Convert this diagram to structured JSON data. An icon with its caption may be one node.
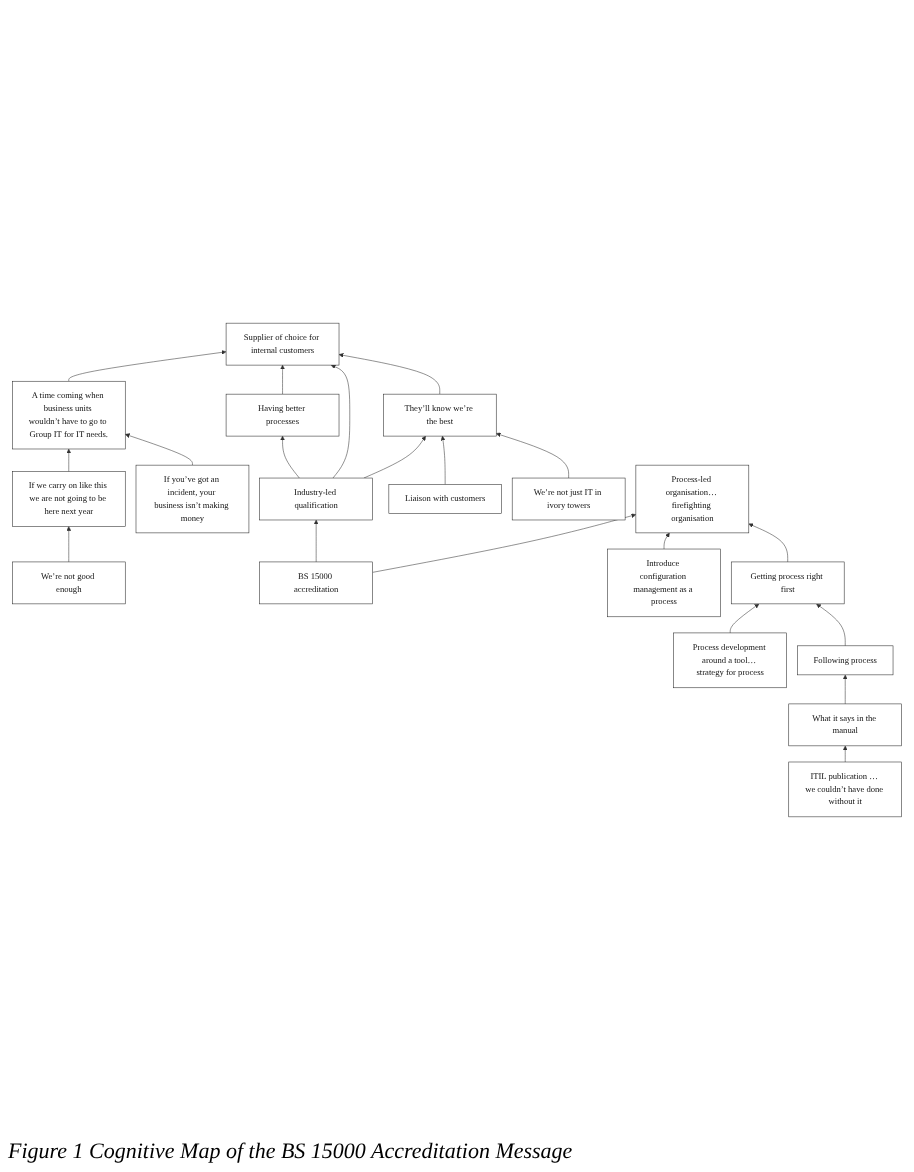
{
  "diagram": {
    "caption": "Figure 1 Cognitive Map of the BS 15000 Accreditation Message",
    "nodes": [
      {
        "text": [
          "We’re not good enough"
        ]
      },
      {
        "text": [
          "If we carry on like this we are not going to be here next year"
        ]
      },
      {
        "text": [
          "If you’ve got an incident, your business isn’t making money"
        ]
      },
      {
        "text": [
          "A time coming when business units wouldn’t have to go to Group IT for IT needs."
        ]
      },
      {
        "text": [
          "Having better processes"
        ]
      },
      {
        "text": [
          "Supplier of choice for internal customers"
        ]
      },
      {
        "text": [
          "They’ll know we’re the best"
        ]
      },
      {
        "text": [
          "Industry-led qualification"
        ]
      },
      {
        "text": [
          "Liaison with customers"
        ]
      },
      {
        "text": [
          "BS 15000 accreditation"
        ]
      },
      {
        "text": [
          "We’re not just IT in ivory towers"
        ]
      },
      {
        "text": [
          "Introduce configuration management as a process"
        ]
      },
      {
        "text": [
          "Process-led organisation… firefighting organisation"
        ]
      },
      {
        "text": [
          "Process development around a tool… strategy for process"
        ]
      },
      {
        "text": [
          "Getting process right first"
        ]
      },
      {
        "text": [
          "Following process"
        ]
      },
      {
        "text": [
          "What it says in the manual"
        ]
      },
      {
        "text": [
          "ITIL publication … we couldn’t have done without it"
        ]
      }
    ],
    "edges": [
      {
        "from": 0,
        "to": 1,
        "arrow": "to"
      },
      {
        "from": 1,
        "to": 3,
        "arrow": "to"
      },
      {
        "from": 2,
        "to": 3,
        "arrow": "to"
      },
      {
        "from": 3,
        "to": 5,
        "arrow": "to"
      },
      {
        "from": 4,
        "to": 5,
        "arrow": "to"
      },
      {
        "from": 7,
        "to": 4,
        "arrow": "to"
      },
      {
        "from": 7,
        "to": 5,
        "arrow": "to"
      },
      {
        "from": 6,
        "to": 5,
        "arrow": "to"
      },
      {
        "from": 7,
        "to": 6,
        "arrow": "to"
      },
      {
        "from": 8,
        "to": 6,
        "arrow": "to"
      },
      {
        "from": 10,
        "to": 6,
        "arrow": "to"
      },
      {
        "from": 9,
        "to": 7,
        "arrow": "to"
      },
      {
        "from": 9,
        "to": 12,
        "arrow": "to"
      },
      {
        "from": 11,
        "to": 12,
        "arrow": "to"
      },
      {
        "from": 14,
        "to": 12,
        "arrow": "to"
      },
      {
        "from": 13,
        "to": 14,
        "arrow": "to"
      },
      {
        "from": 15,
        "to": 14,
        "arrow": "to"
      },
      {
        "from": 16,
        "to": 15,
        "arrow": "to"
      },
      {
        "from": 17,
        "to": 16,
        "arrow": "to"
      }
    ]
  }
}
